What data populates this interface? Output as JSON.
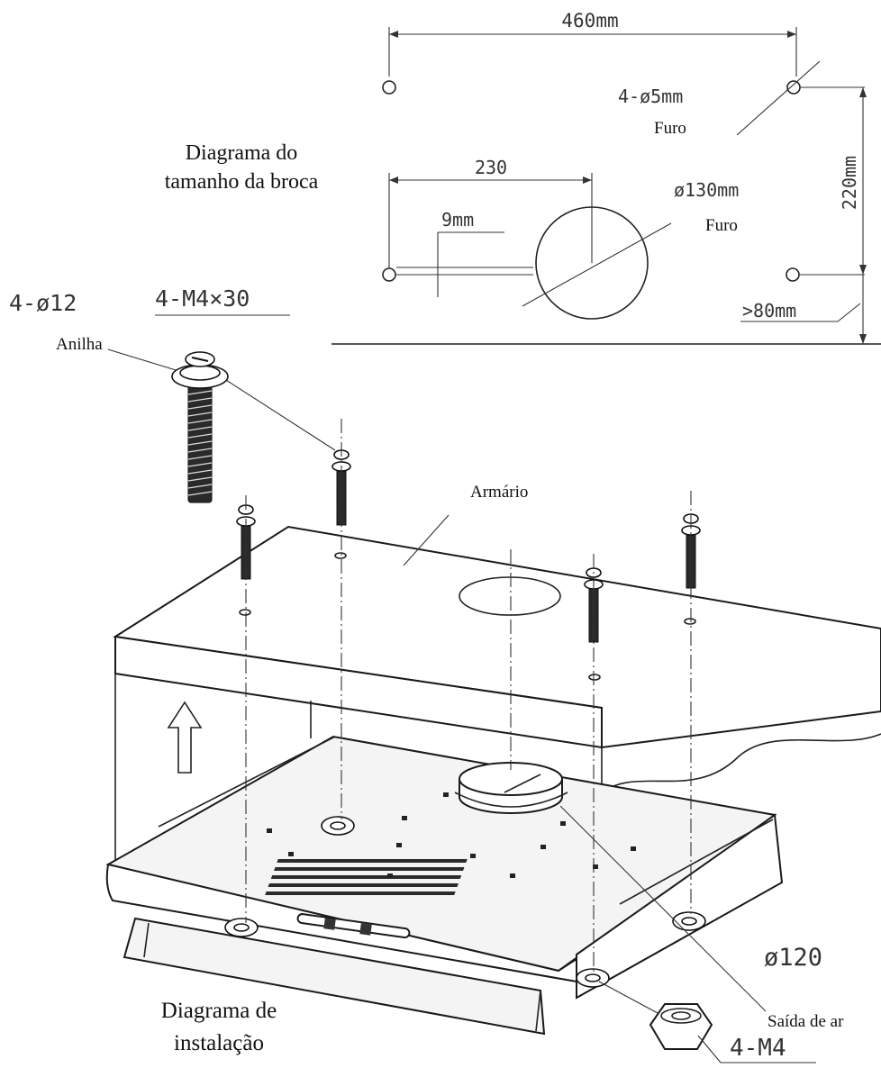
{
  "drill_diagram": {
    "title_line1": "Diagrama do",
    "title_line2": "tamanho da broca",
    "dim_width": "460mm",
    "dim_height": "220mm",
    "dim_center": "230",
    "dim_offset": "9mm",
    "dim_min_clearance": ">80mm",
    "small_hole_spec": "4-ø5mm",
    "small_hole_label": "Furo",
    "large_hole_spec": "ø130mm",
    "large_hole_label": "Furo"
  },
  "install_diagram": {
    "title_line1": "Diagrama de",
    "title_line2": "instalação",
    "washer_spec": "4-ø12",
    "screw_spec": "4-M4×30",
    "washer_label": "Anilha",
    "cabinet_label": "Armário",
    "outlet_spec": "ø120",
    "outlet_label": "Saída de ar",
    "nut_spec": "4-M4"
  }
}
